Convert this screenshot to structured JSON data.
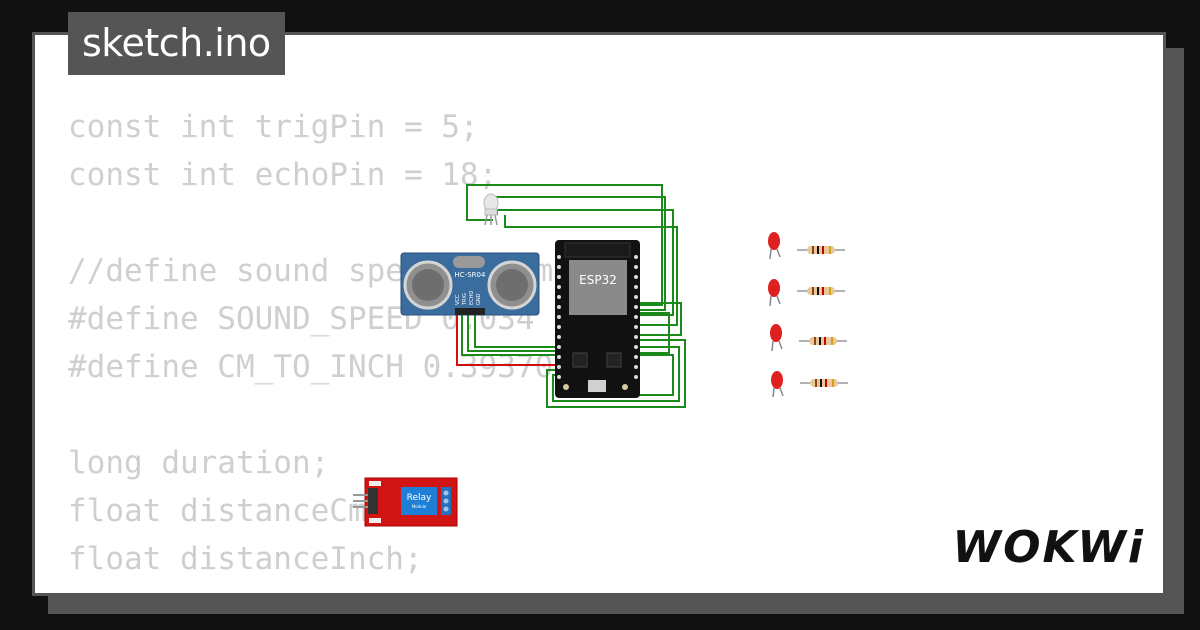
{
  "file_tab": {
    "title": "sketch.ino"
  },
  "code": {
    "lines": [
      "const int trigPin = 5;",
      "const int echoPin = 18;",
      "",
      "//define sound speed in cm/uS",
      "#define SOUND_SPEED 0.034",
      "#define CM_TO_INCH 0.393701",
      "",
      "long duration;",
      "float distanceCm;",
      "float distanceInch;"
    ]
  },
  "components": {
    "sensor_label": "HC-SR04",
    "sensor_pins": [
      "VCC",
      "TRIG",
      "ECHO",
      "GND"
    ],
    "mcu_label": "ESP32",
    "relay_label": "Relay",
    "relay_sublabel": "Module"
  },
  "brand": {
    "logo": "WOKWi"
  },
  "colors": {
    "background": "#111111",
    "frame": "#555555",
    "code_text": "#cfcfcf",
    "wire_green": "#1a8a1a",
    "wire_red": "#d01010",
    "sensor_blue": "#3a6d9e",
    "relay_red": "#d11414",
    "led_red": "#e02020"
  }
}
